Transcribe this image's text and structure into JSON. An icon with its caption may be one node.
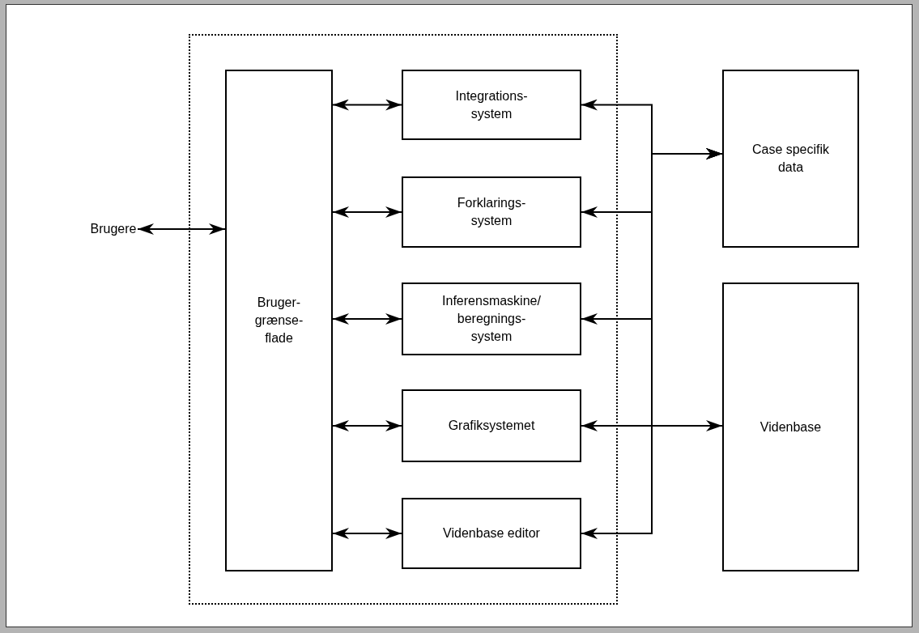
{
  "diagram": {
    "nodes": [
      {
        "text": [
          "Brugere"
        ]
      },
      {
        "text": [],
        "shape": "box"
      },
      {
        "text": [
          "Bruger-grænse-flade"
        ],
        "in": 1
      },
      {
        "text": [
          "Integrations-system"
        ],
        "in": 1
      },
      {
        "text": [
          "Forklarings-system"
        ],
        "in": 1
      },
      {
        "text": [
          "Inferensmaskine/ beregnings-system"
        ],
        "in": 1
      },
      {
        "text": [
          "Grafiksystemet"
        ],
        "in": 1
      },
      {
        "text": [
          "Videnbase editor"
        ],
        "in": 1
      },
      {
        "text": [
          "Case specifik data"
        ]
      },
      {
        "text": [
          "Videnbase"
        ]
      }
    ],
    "edges": [
      {
        "from": 0,
        "to": 2,
        "arrow": "both"
      },
      {
        "from": 2,
        "to": 3,
        "arrow": "both"
      },
      {
        "from": 2,
        "to": 4,
        "arrow": "both"
      },
      {
        "from": 2,
        "to": 5,
        "arrow": "both"
      },
      {
        "from": 2,
        "to": 6,
        "arrow": "both"
      },
      {
        "from": 2,
        "to": 7,
        "arrow": "both"
      },
      {
        "from": 8,
        "to": 3,
        "arrow": "both"
      },
      {
        "from": 8,
        "to": 4,
        "arrow": "both"
      },
      {
        "from": 8,
        "to": 5,
        "arrow": "both"
      },
      {
        "from": 8,
        "to": 7,
        "arrow": "both"
      },
      {
        "from": 6,
        "to": 9,
        "arrow": "both"
      }
    ]
  }
}
